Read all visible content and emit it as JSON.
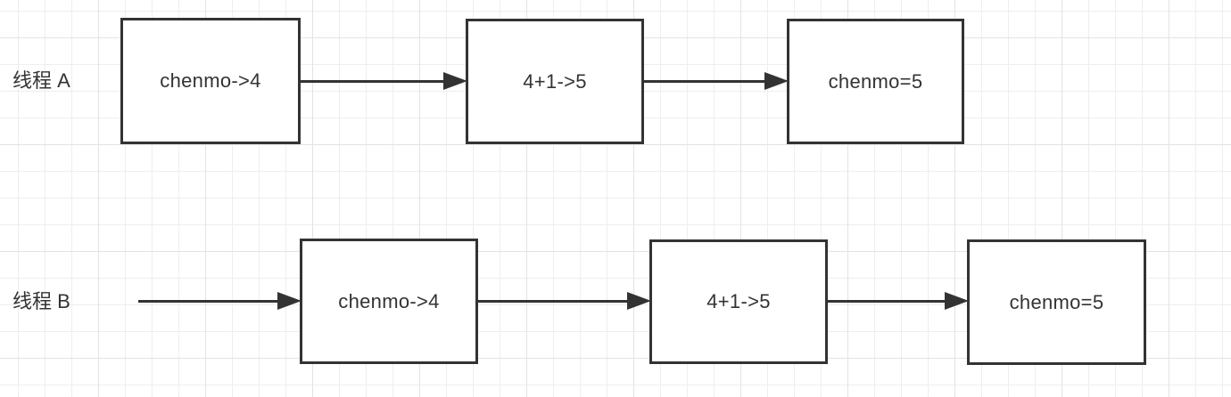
{
  "diagram": {
    "threads": [
      {
        "label": "线程 A",
        "steps": [
          "chenmo->4",
          "4+1->5",
          "chenmo=5"
        ]
      },
      {
        "label": "线程 B",
        "steps": [
          "chenmo->4",
          "4+1->5",
          "chenmo=5"
        ]
      }
    ],
    "colors": {
      "stroke": "#333333",
      "text": "#333333",
      "box_fill": "#ffffff",
      "canvas_bg": "#ffffff",
      "grid_line": "#eeeeee",
      "grid_line_major": "#e3e3e3"
    }
  }
}
